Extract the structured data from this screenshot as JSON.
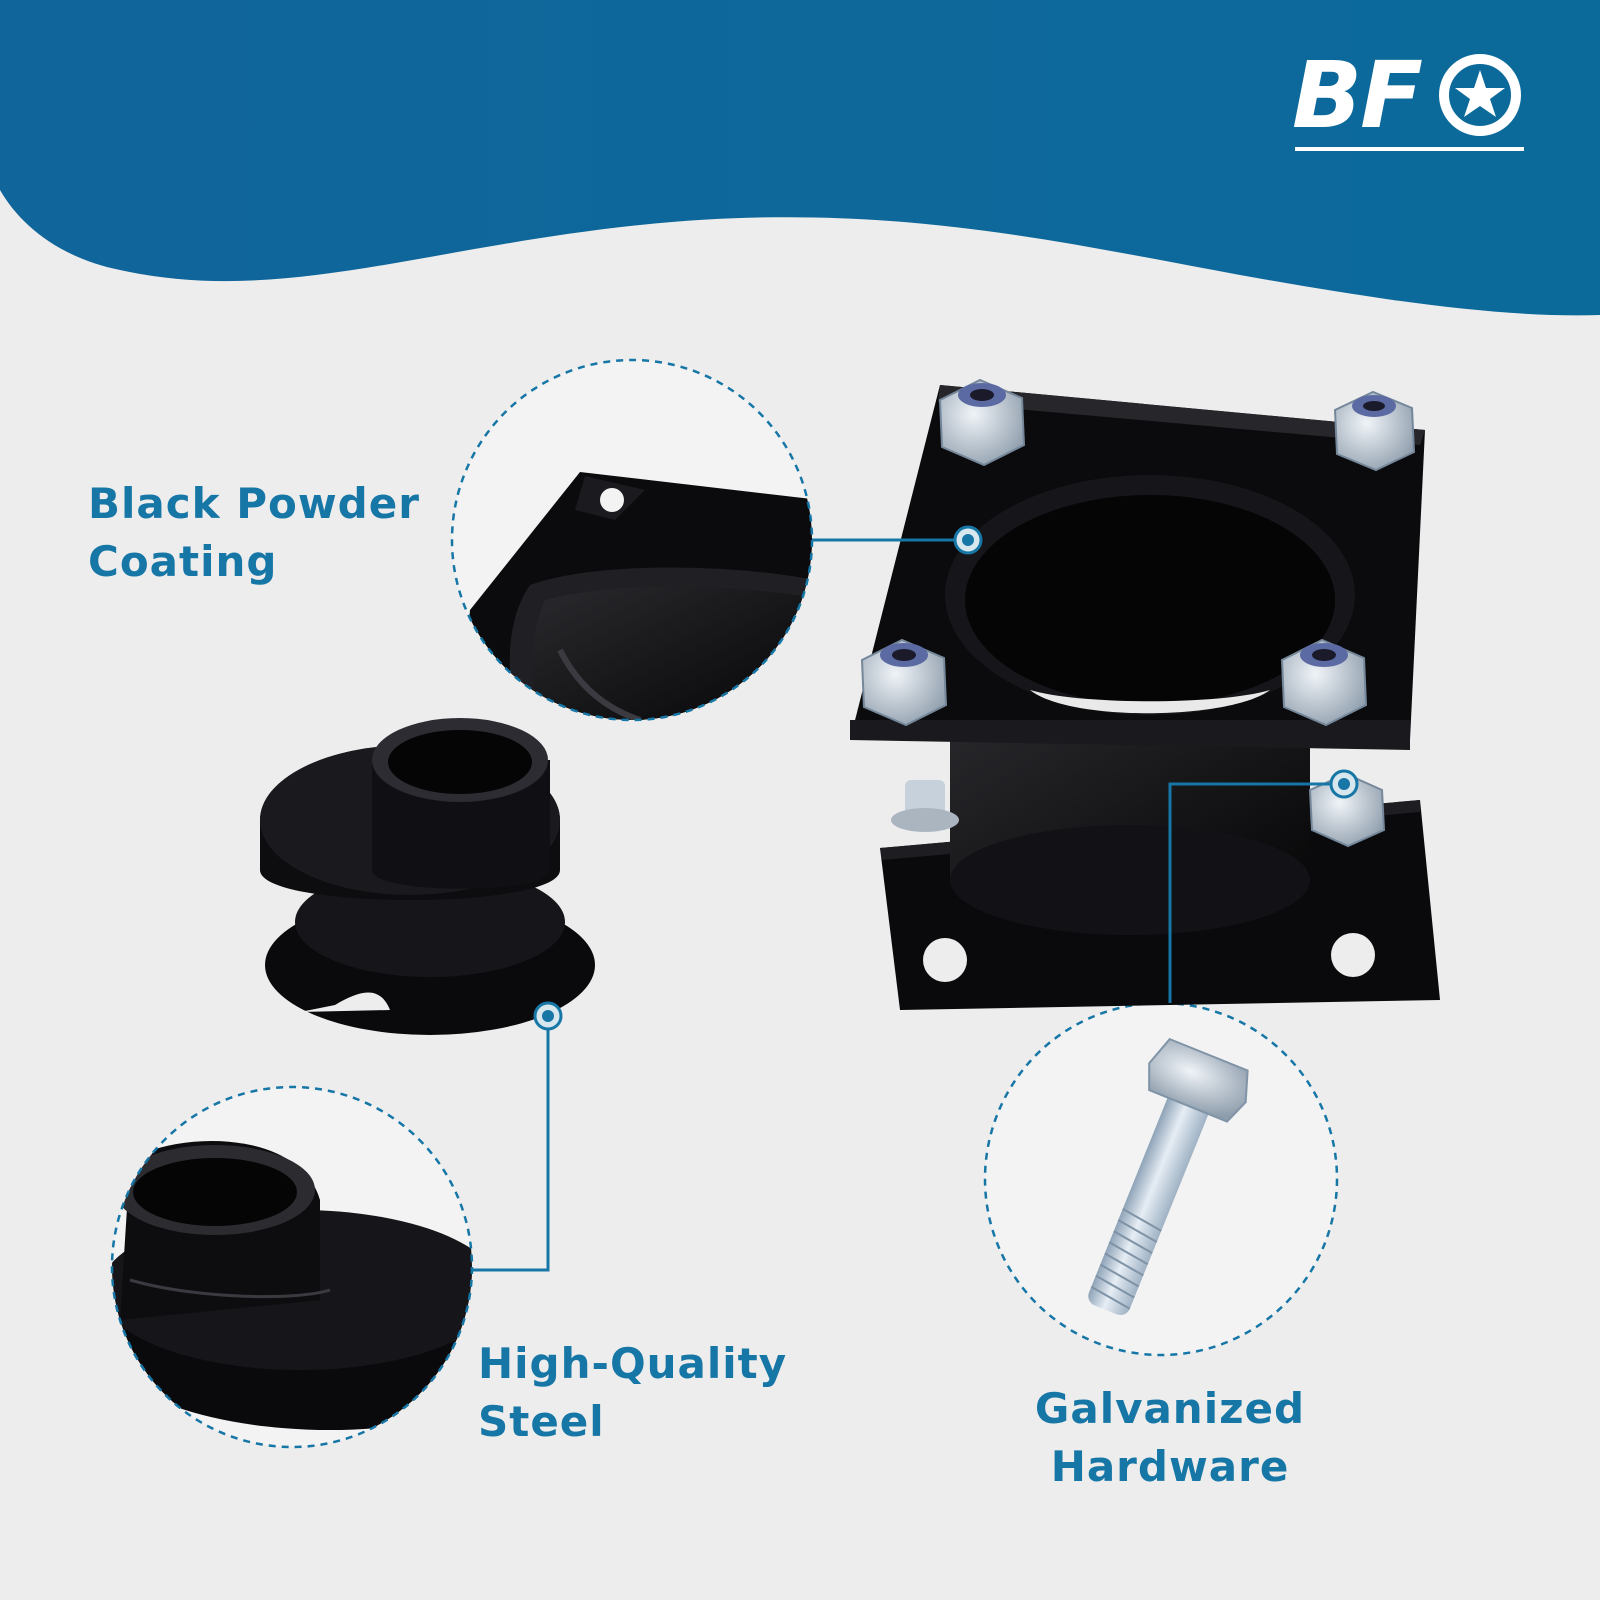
{
  "brand": {
    "logo_text": "BF",
    "colors": {
      "banner": "#0d6a9c",
      "accent": "#1676a6",
      "background": "#ededed"
    }
  },
  "callouts": {
    "powder_coating": {
      "line1": "Black Powder",
      "line2": "Coating"
    },
    "steel": {
      "line1": "High-Quality",
      "line2": "Steel"
    },
    "hardware": {
      "line1": "Galvanized",
      "line2": "Hardware"
    }
  }
}
